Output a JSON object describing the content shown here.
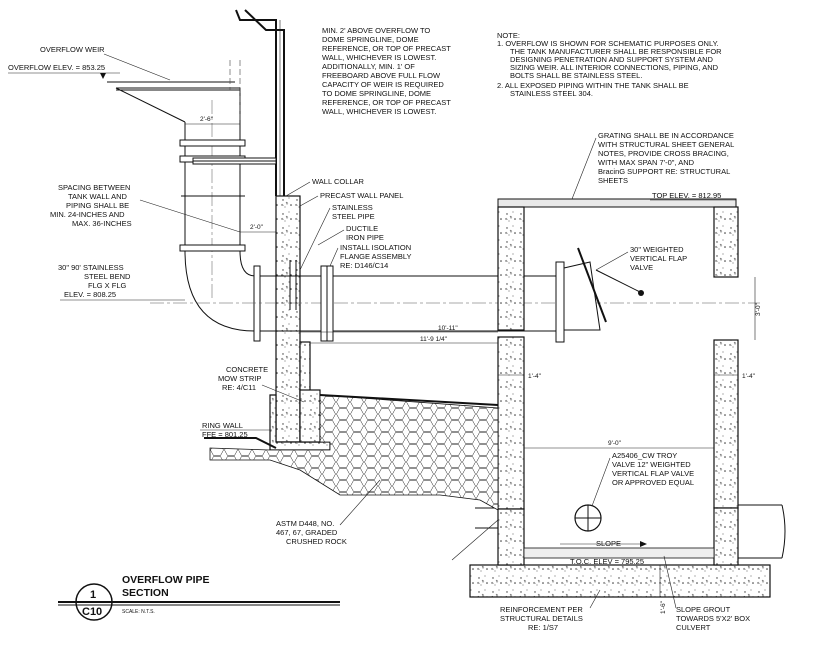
{
  "notes": {
    "heading": "NOTE:",
    "note1": [
      "1.  OVERFLOW IS SHOWN FOR SCHEMATIC PURPOSES ONLY.",
      "THE TANK MANUFACTURER SHALL BE RESPONSIBLE FOR",
      "DESIGNING PENETRATION AND SUPPORT SYSTEM AND",
      "SIZING WEIR. ALL INTERIOR CONNECTIONS,  PIPING, AND",
      "BOLTS SHALL BE STAINLESS STEEL."
    ],
    "note2": [
      "2.  ALL EXPOSED PIPING WITHIN THE TANK SHALL BE",
      "STAINLESS STEEL 304."
    ]
  },
  "labels": {
    "overflow_weir": "OVERFLOW WEIR",
    "overflow_elev": "OVERFLOW ELEV. = 853.25",
    "freeboard_note": [
      "MIN. 2' ABOVE OVERFLOW TO",
      "DOME SPRINGLINE, DOME",
      "REFERENCE, OR TOP OF PRECAST",
      "WALL, WHICHEVER IS LOWEST.",
      "ADDITIONALLY, MIN. 1' OF",
      "FREEBOARD ABOVE FULL FLOW",
      "CAPACITY OF WEIR IS REQUIRED",
      "TO DOME SPRINGLINE, DOME",
      "REFERENCE, OR TOP OF PRECAST",
      "WALL, WHICHEVER IS LOWEST."
    ],
    "spacing_note": [
      "SPACING BETWEEN",
      "TANK WALL AND",
      "PIPING SHALL BE",
      "MIN. 24-INCHES AND",
      "MAX. 36-INCHES"
    ],
    "bend_note": [
      "30\" 90' STAINLESS",
      "STEEL BEND",
      "FLG X FLG",
      "ELEV. = 808.25"
    ],
    "wall_collar": "WALL COLLAR",
    "precast_wall_panel": "PRECAST WALL PANEL",
    "stainless_steel_pipe": [
      "STAINLESS",
      "STEEL PIPE"
    ],
    "ductile_iron_pipe": [
      "DUCTILE",
      "IRON PIPE"
    ],
    "isolation_flange": [
      "INSTALL ISOLATION",
      "FLANGE ASSEMBLY",
      "RE: D146/C14"
    ],
    "grating_note": [
      "GRATING SHALL BE IN ACCORDANCE",
      "WITH STRUCTURAL SHEET GENERAL",
      "NOTES, PROVIDE CROSS BRACING,",
      "WITH MAX SPAN 7'-0\", AND",
      "BracinG SUPPORT RE: STRUCTURAL",
      "SHEETS"
    ],
    "top_elev": "TOP ELEV. = 812.95",
    "flap_valve": [
      "30\" WEIGHTED",
      "VERTICAL FLAP",
      "VALVE"
    ],
    "concrete_mow_strip": [
      "CONCRETE",
      "MOW STRIP",
      "RE: 4/C11"
    ],
    "ring_wall": "RING WALL",
    "ffe": "FFE = 801.25",
    "troy_valve": [
      "A25406_CW TROY",
      "VALVE 12\" WEIGHTED",
      "VERTICAL FLAP VALVE",
      "OR APPROVED EQUAL"
    ],
    "crushed_rock": [
      "ASTM D448, NO.",
      "467, 67, GRADED",
      "CRUSHED ROCK"
    ],
    "slope": "SLOPE",
    "toc_elev": "T.O.C. ELEV = 795.25",
    "reinforcement": [
      "REINFORCEMENT PER",
      "STRUCTURAL DETAILS",
      "RE: 1/S7"
    ],
    "slope_grout": [
      "SLOPE GROUT",
      "TOWARDS 5'X2' BOX",
      "CULVERT"
    ]
  },
  "dimensions": {
    "d_2_6": "2'-6\"",
    "d_2_0": "2'-0\"",
    "d_10_11": "10'-11\"",
    "d_11_9": "11'-9 1/4\"",
    "d_1_4_left": "1'-4\"",
    "d_1_4_right": "1'-4\"",
    "d_9_0": "9'-0\"",
    "d_3_0": "3'-0\"",
    "d_1_6": "1'-6\""
  },
  "title_block": {
    "detail_number": "1",
    "sheet": "C10",
    "title_line1": "OVERFLOW PIPE",
    "title_line2": "SECTION",
    "scale": "SCALE: N.T.S."
  }
}
